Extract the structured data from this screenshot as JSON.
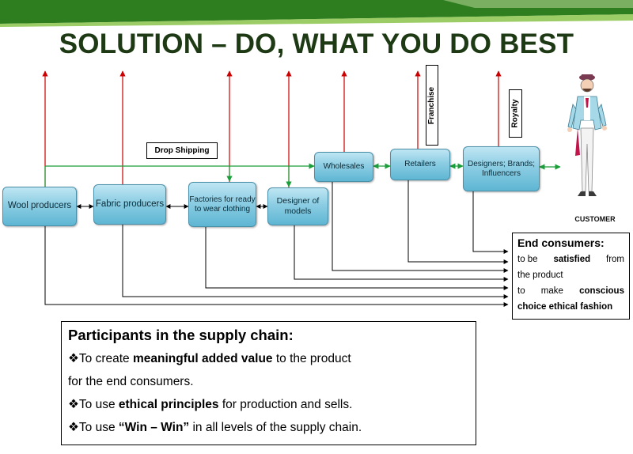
{
  "title": "SOLUTION – DO, WHAT YOU DO BEST",
  "nodes": {
    "wool": "Wool producers",
    "fabric": "Fabric producers",
    "factories": "Factories for ready to wear clothing",
    "designer_models": "Designer of models",
    "wholesales": "Wholesales",
    "retailers": "Retailers",
    "designers": "Designers; Brands; Influencers"
  },
  "labels": {
    "drop_shipping": "Drop Shipping",
    "franchise": "Franchise",
    "royalty": "Royalty",
    "customer": "CUSTOMER"
  },
  "end_consumers": {
    "heading": "End consumers:",
    "line1_a": "to be",
    "line1_b": "satisfied",
    "line1_c": "from",
    "line2": "the product",
    "line3_a": "to",
    "line3_b": "make",
    "line3_c": "conscious",
    "line4": "choice ethical fashion"
  },
  "participants": {
    "heading": "Participants in the supply chain:",
    "b1_pre": "To create ",
    "b1_bold": "meaningful added value",
    "b1_post": " to the product",
    "b1_cont": "for the end consumers.",
    "b2_pre": "To use ",
    "b2_bold": "ethical principles",
    "b2_post": " for production and sells.",
    "b3_pre": "To use ",
    "b3_bold": "“Win – Win”",
    "b3_post": " in all levels of the supply chain."
  },
  "colors": {
    "banner_dark": "#2e7d1f",
    "banner_light": "#8bc34a",
    "title_text": "#1e3a14",
    "node_fill": "#7cc4dd",
    "arrow_red": "#cc0000",
    "arrow_green": "#1a9e3a",
    "arrow_black": "#000000"
  }
}
